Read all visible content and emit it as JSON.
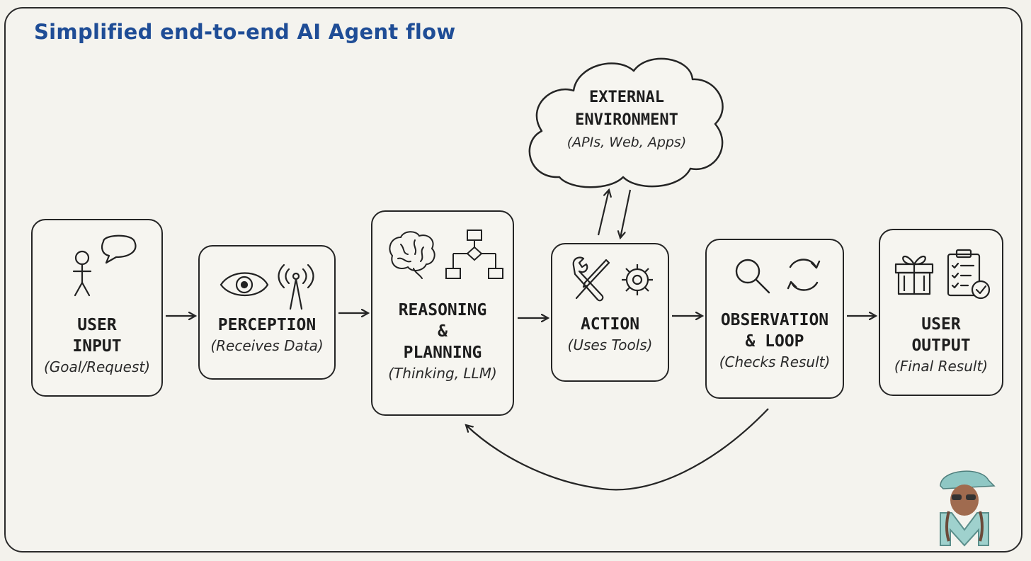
{
  "title": "Simplified end-to-end AI Agent flow",
  "colors": {
    "title": "#1f4d96",
    "stroke": "#252525",
    "background": "#f4f3ee"
  },
  "nodes": [
    {
      "label": "USER\nINPUT",
      "sub": "(Goal/Request)",
      "icons": [
        "stick-figure-icon",
        "speech-bubble-icon"
      ]
    },
    {
      "label": "PERCEPTION",
      "sub": "(Receives Data)",
      "icons": [
        "eye-icon",
        "antenna-icon"
      ]
    },
    {
      "label": "REASONING\n&\nPLANNING",
      "sub": "(Thinking, LLM)",
      "icons": [
        "brain-icon",
        "flowchart-icon"
      ]
    },
    {
      "label": "ACTION",
      "sub": "(Uses Tools)",
      "icons": [
        "wrench-screwdriver-icon",
        "gear-icon"
      ]
    },
    {
      "label": "OBSERVATION\n& LOOP",
      "sub": "(Checks Result)",
      "icons": [
        "magnifier-icon",
        "refresh-icon"
      ]
    },
    {
      "label": "USER\nOUTPUT",
      "sub": "(Final Result)",
      "icons": [
        "gift-icon",
        "clipboard-check-icon"
      ]
    }
  ],
  "environment": {
    "label": "EXTERNAL\nENVIRONMENT",
    "sub": "(APIs, Web, Apps)",
    "shape": "cloud-icon"
  },
  "edges": [
    {
      "from": "USER INPUT",
      "to": "PERCEPTION"
    },
    {
      "from": "PERCEPTION",
      "to": "REASONING & PLANNING"
    },
    {
      "from": "REASONING & PLANNING",
      "to": "ACTION"
    },
    {
      "from": "ACTION",
      "to": "OBSERVATION & LOOP"
    },
    {
      "from": "OBSERVATION & LOOP",
      "to": "USER OUTPUT"
    },
    {
      "from": "ACTION",
      "to": "EXTERNAL ENVIRONMENT"
    },
    {
      "from": "EXTERNAL ENVIRONMENT",
      "to": "ACTION"
    },
    {
      "from": "OBSERVATION & LOOP",
      "to": "REASONING & PLANNING",
      "kind": "loop"
    }
  ],
  "watermark": "logo-icon"
}
